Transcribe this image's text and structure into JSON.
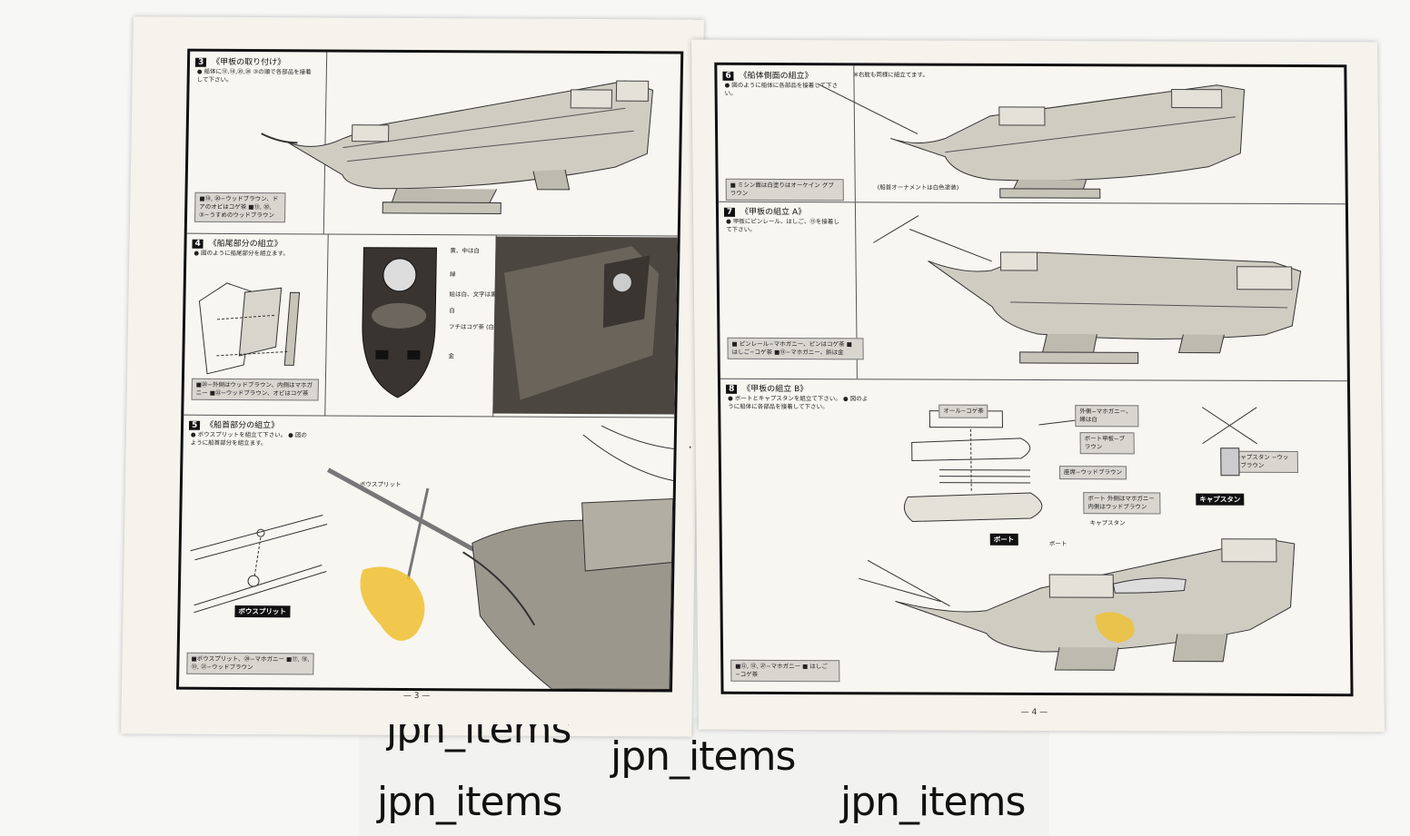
{
  "left_page": {
    "step3": {
      "num": "3",
      "title": "《甲板の取り付け》",
      "desc": "● 船体に⑬,⑱,⑳,⑳ ③の順で各部品を接着して下さい。",
      "note": "■⑱, ⑳−ウッドブラウン、ドアのオビはコゲ茶 ■⑬, ⑳, ③−うすめのウッドブラウン"
    },
    "step4": {
      "num": "4",
      "title": "《船尾部分の組立》",
      "desc": "● 図のように船尾部分を組立ます。",
      "note": "■㉙−外側はウッドブラウン、内側はマホガニー ■㉒−ウッドブラウン、オビはコゲ茶",
      "color_labels": [
        "黄、中は白",
        "緑",
        "絵は白、文字は黒",
        "白",
        "フチはコゲ茶 (白は茶つや消し黒)",
        "金"
      ]
    },
    "step5": {
      "num": "5",
      "title": "《船首部分の組立》",
      "desc": "● ボウスプリットを組立て下さい。 ● 図のように船首部分を組立ます。",
      "note": "■ボウスプリット、⑳−マホガニー ■⑰, ⑱, ⑲, ㉑−ウッドブラウン",
      "bowsprit_label": "ボウスプリット",
      "bowsprit_tag": "ボウスプリット"
    },
    "page_number": "— 3 —"
  },
  "right_page": {
    "step6": {
      "num": "6",
      "title": "《船体側面の組立》",
      "desc": "● 図のように船体に各部品を接着して下さい。",
      "note": "■ ミシン面は白塗りはオーケイン グブラウン",
      "top_note": "※右舷も同様に組立てます。",
      "side_note": "(船首オーナメントは白色塗装)"
    },
    "step7": {
      "num": "7",
      "title": "《甲板の組立 A》",
      "desc": "● 甲板にピンレール、はしご、⑬を接着して下さい。",
      "note": "■ ピンレール−マホガニー、ピンはコゲ茶 ■ はしご−コゲ茶 ■⑬−マホガニー、鋲は金"
    },
    "step8": {
      "num": "8",
      "title": "《甲板の組立 B》",
      "desc": "● ボートとキャプスタンを組立て下さい。 ● 図のように船体に各部品を接着して下さい。",
      "note": "■⑫, ⑬, ㉗−マホガニー ■ はしご−コゲ茶",
      "boat_notes": [
        "オール−コゲ茶",
        "外側−マホガニー、縁は白",
        "ボート甲板−ブラウン",
        "座席−ウッドブラウン",
        "ボート 外側はマホガニー 内側はウッドブラウン",
        "キャプスタン −ウッドブラウン"
      ],
      "boat_tag": "ボート",
      "capstan_tag": "キャプスタン",
      "capstan_label": "キャプスタン",
      "boat_label": "ボート"
    },
    "page_number": "— 4 —"
  },
  "watermarks": [
    "jpn_items",
    "jpn_items",
    "jpn_items",
    "jpn_items"
  ]
}
